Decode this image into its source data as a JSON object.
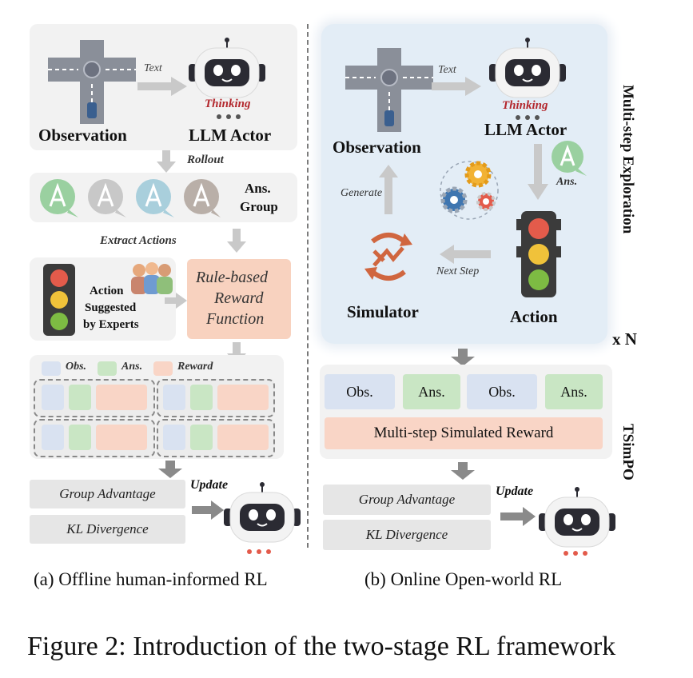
{
  "left_panel": {
    "text_arrow_label": "Text",
    "observation_label": "Observation",
    "thinking_label": "Thinking",
    "llm_actor_label": "LLM Actor",
    "rollout_label": "Rollout",
    "ans_group_label_line1": "Ans.",
    "ans_group_label_line2": "Group",
    "extract_actions_label": "Extract Actions",
    "action_label_line1": "Action",
    "action_label_line2": "Suggested",
    "action_label_line3": "by Experts",
    "reward_fn_line1": "Rule-based",
    "reward_fn_line2": "Reward",
    "reward_fn_line3": "Function",
    "legend_obs": "Obs.",
    "legend_ans": "Ans.",
    "legend_reward": "Reward",
    "group_advantage": "Group Advantage",
    "kl_divergence": "KL Divergence",
    "update_label": "Update",
    "caption": "(a) Offline human-informed RL"
  },
  "right_panel": {
    "text_arrow_label": "Text",
    "observation_label": "Observation",
    "thinking_label": "Thinking",
    "llm_actor_label": "LLM Actor",
    "ans_label": "Ans.",
    "generate_label": "Generate",
    "next_step_label": "Next Step",
    "simulator_label": "Simulator",
    "action_label": "Action",
    "multi_step_label": "Multi-step Exploration",
    "times_n_label": "x N",
    "tags": [
      "Obs.",
      "Ans.",
      "Obs.",
      "Ans."
    ],
    "sim_reward_label": "Multi-step Simulated Reward",
    "tsimpo_label": "TSimPO",
    "group_advantage": "Group Advantage",
    "kl_divergence": "KL Divergence",
    "update_label": "Update",
    "caption": "(b) Online Open-world RL"
  },
  "figure_caption": "Figure 2: Introduction of the two-stage RL framework",
  "colors": {
    "obs": "#d9e2f1",
    "ans": "#c9e6c4",
    "reward": "#f9d5c6",
    "thinking": "#b3272d",
    "light_red": "#e35b4b",
    "yellow": "#f0c23a",
    "green": "#7dbb43",
    "robot_dark": "#2b2b33"
  }
}
